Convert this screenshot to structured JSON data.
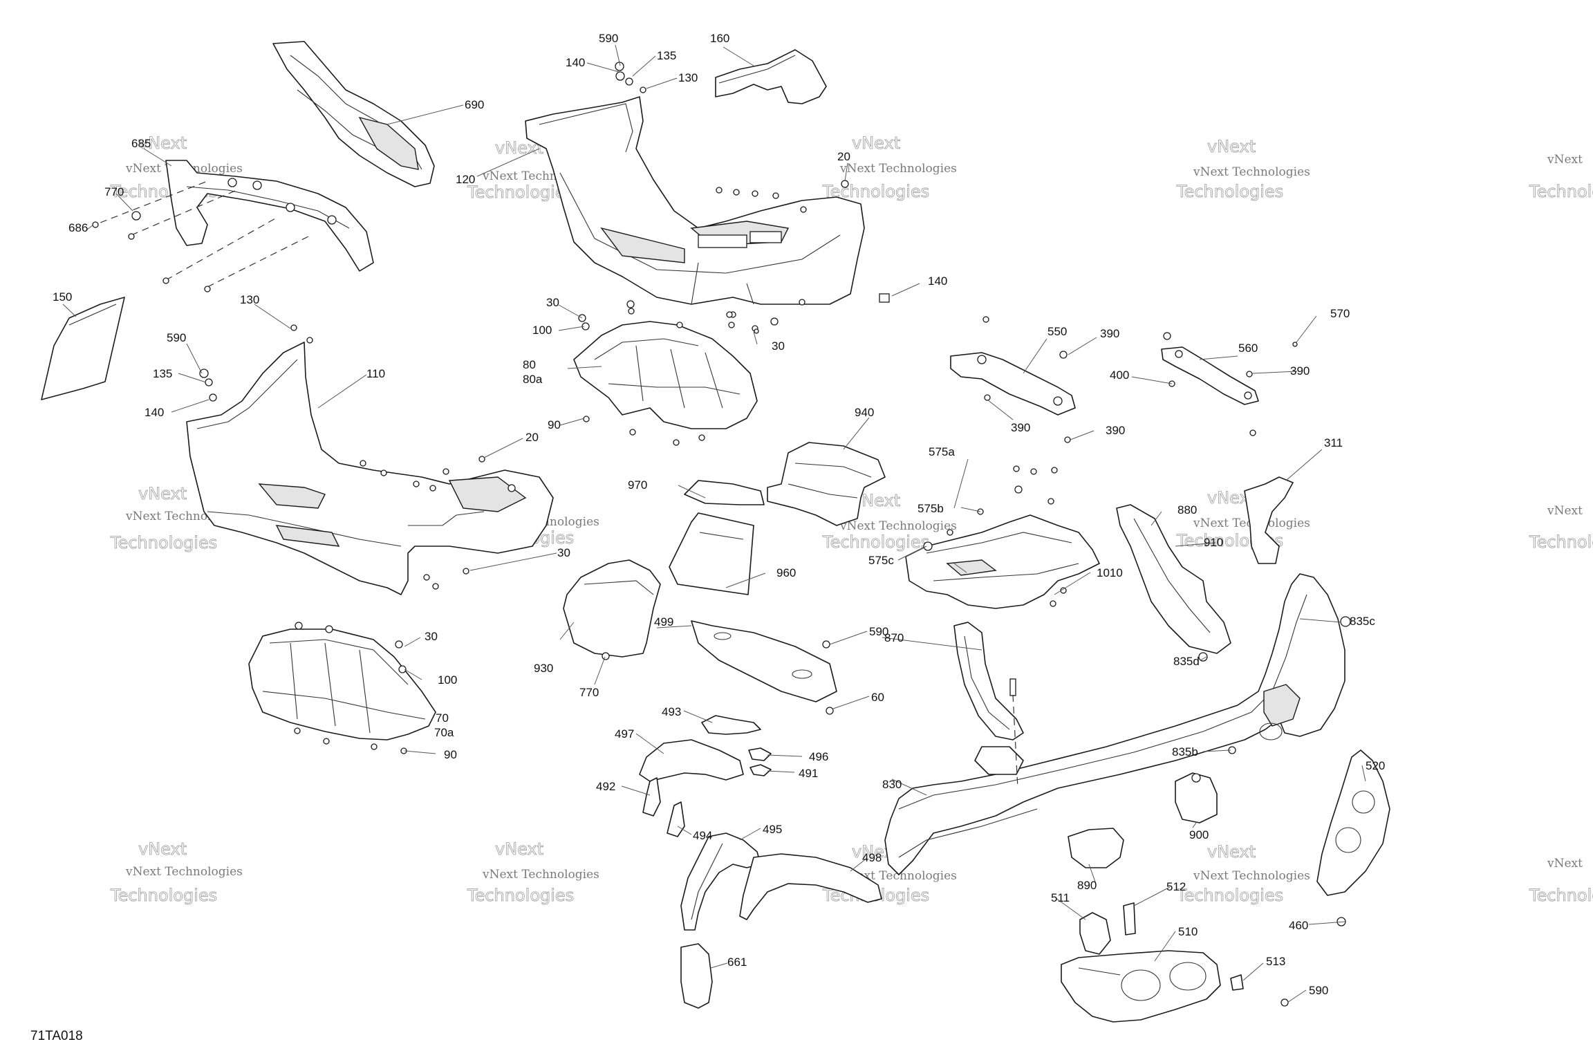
{
  "diagram": {
    "drawing_code": "71TA018",
    "watermark": {
      "line1": "vNext Technologies",
      "line2": "Technologies",
      "prefix": "vNext"
    },
    "callouts": {
      "c590a": "590",
      "c135a": "135",
      "c140a": "140",
      "c130a": "130",
      "c160": "160",
      "c690": "690",
      "c685": "685",
      "c770a": "770",
      "c686": "686",
      "c120": "120",
      "c20a": "20",
      "c140b": "140",
      "c150": "150",
      "c130b": "130",
      "c590b": "590",
      "c135b": "135",
      "c140c": "140",
      "c110": "110",
      "c30a": "30",
      "c100a": "100",
      "c80": "80",
      "c80a": "80a",
      "c30b": "30",
      "c90a": "90",
      "c20b": "20",
      "c30c": "30",
      "c30d": "30",
      "c100b": "100",
      "c70": "70",
      "c70a": "70a",
      "c90b": "90",
      "c550": "550",
      "c390a": "390",
      "c560": "560",
      "c570": "570",
      "c400": "400",
      "c390b": "390",
      "c390c": "390",
      "c390d": "390",
      "c311": "311",
      "c940": "940",
      "c970": "970",
      "c575a": "575a",
      "c575b": "575b",
      "c575c": "575c",
      "c1010": "1010",
      "c960": "960",
      "c880": "880",
      "c910": "910",
      "c930": "930",
      "c499": "499",
      "c590c": "590",
      "c770b": "770",
      "c60": "60",
      "c870": "870",
      "c835c": "835c",
      "c835d": "835d",
      "c835b": "835b",
      "c493": "493",
      "c497": "497",
      "c496": "496",
      "c491": "491",
      "c492": "492",
      "c494": "494",
      "c495": "495",
      "c830": "830",
      "c900": "900",
      "c520": "520",
      "c498": "498",
      "c890": "890",
      "c511": "511",
      "c512": "512",
      "c460": "460",
      "c510": "510",
      "c513": "513",
      "c590d": "590",
      "c661": "661"
    }
  }
}
